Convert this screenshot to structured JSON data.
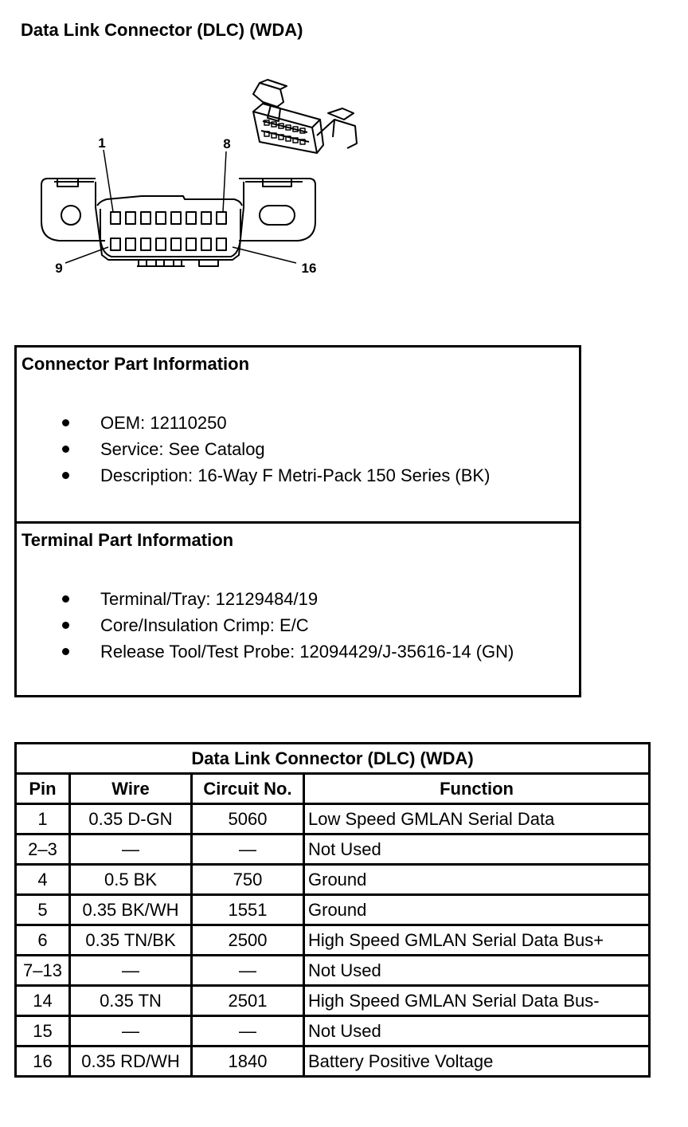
{
  "page": {
    "title": "Data Link Connector (DLC) (WDA)"
  },
  "diagram": {
    "pin_labels": {
      "top_left": "1",
      "top_right": "8",
      "bottom_left": "9",
      "bottom_right": "16"
    }
  },
  "connector_info": {
    "heading": "Connector Part Information",
    "items": [
      "OEM: 12110250",
      "Service: See Catalog",
      "Description: 16-Way F Metri-Pack 150 Series (BK)"
    ]
  },
  "terminal_info": {
    "heading": "Terminal Part Information",
    "items": [
      "Terminal/Tray: 12129484/19",
      "Core/Insulation Crimp: E/C",
      "Release Tool/Test Probe: 12094429/J-35616-14 (GN)"
    ]
  },
  "pin_table": {
    "title": "Data Link Connector (DLC) (WDA)",
    "headers": [
      "Pin",
      "Wire",
      "Circuit No.",
      "Function"
    ],
    "rows": [
      {
        "pin": "1",
        "wire": "0.35 D-GN",
        "circuit": "5060",
        "function": "Low Speed GMLAN Serial Data"
      },
      {
        "pin": "2–3",
        "wire": "—",
        "circuit": "—",
        "function": "Not Used"
      },
      {
        "pin": "4",
        "wire": "0.5 BK",
        "circuit": "750",
        "function": "Ground"
      },
      {
        "pin": "5",
        "wire": "0.35 BK/WH",
        "circuit": "1551",
        "function": "Ground"
      },
      {
        "pin": "6",
        "wire": "0.35 TN/BK",
        "circuit": "2500",
        "function": "High Speed GMLAN Serial Data Bus+"
      },
      {
        "pin": "7–13",
        "wire": "—",
        "circuit": "—",
        "function": "Not Used"
      },
      {
        "pin": "14",
        "wire": "0.35 TN",
        "circuit": "2501",
        "function": "High Speed GMLAN Serial Data Bus-"
      },
      {
        "pin": "15",
        "wire": "—",
        "circuit": "—",
        "function": "Not Used"
      },
      {
        "pin": "16",
        "wire": "0.35 RD/WH",
        "circuit": "1840",
        "function": "Battery Positive Voltage"
      }
    ]
  }
}
